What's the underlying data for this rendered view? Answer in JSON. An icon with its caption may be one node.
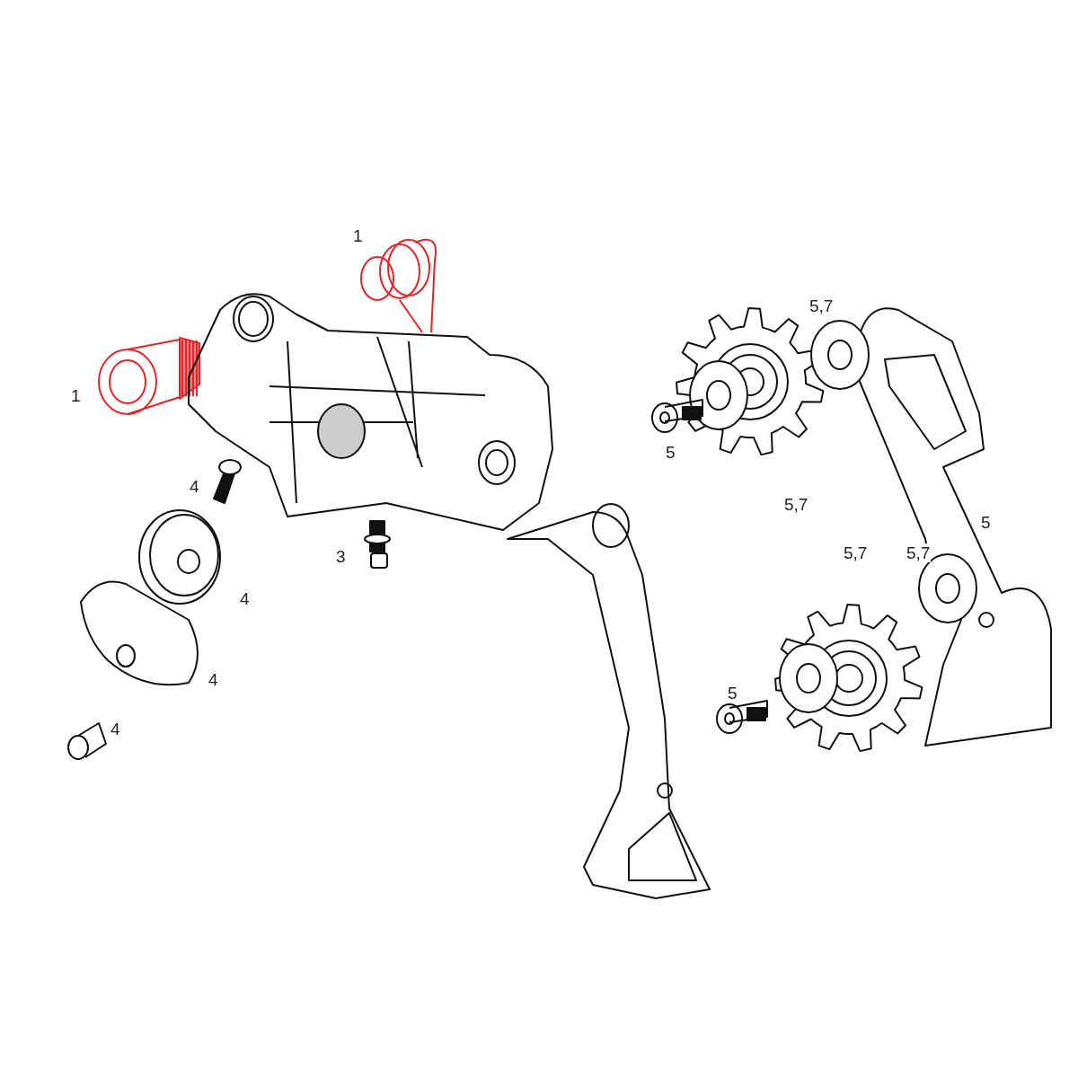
{
  "diagram": {
    "labels": [
      "1",
      "5,7",
      "1",
      "5",
      "4",
      "5,7",
      "5",
      "3",
      "5,7",
      "5,7",
      "4",
      "4",
      "5",
      "4"
    ]
  }
}
